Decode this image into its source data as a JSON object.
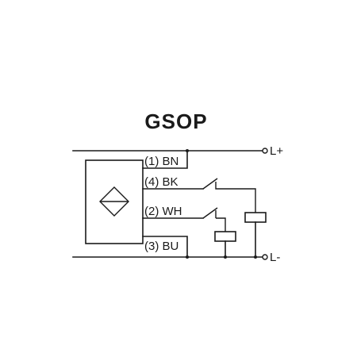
{
  "diagram": {
    "title": "GSOP",
    "terminals": {
      "positive": "L+",
      "negative": "L-"
    },
    "wires": [
      {
        "id": "bn",
        "label": "(1) BN"
      },
      {
        "id": "bk",
        "label": "(4) BK"
      },
      {
        "id": "wh",
        "label": "(2) WH"
      },
      {
        "id": "bu",
        "label": "(3) BU"
      }
    ],
    "icons": {
      "sensor": "inductive-sensor-icon",
      "switch": "switch-contact-icon",
      "load": "load-coil-icon"
    }
  }
}
